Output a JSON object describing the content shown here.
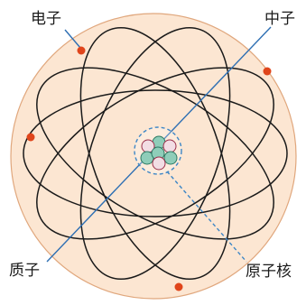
{
  "labels": {
    "electron": "电子",
    "neutron": "中子",
    "proton": "质子",
    "nucleus": "原子核"
  },
  "colors": {
    "atom_fill": "#fce6d2",
    "atom_stroke": "#e0a77d",
    "orbit": "#1a1a1a",
    "electron": "#e0451b",
    "pointer_line": "#2e6fb3",
    "nucleus_ring": "#3d86c6",
    "proton_fill": "#f2dde4",
    "proton_stroke": "#9a2f4a",
    "neutron_fill": "#8fcdb9",
    "neutron_stroke": "#2c7a63"
  }
}
